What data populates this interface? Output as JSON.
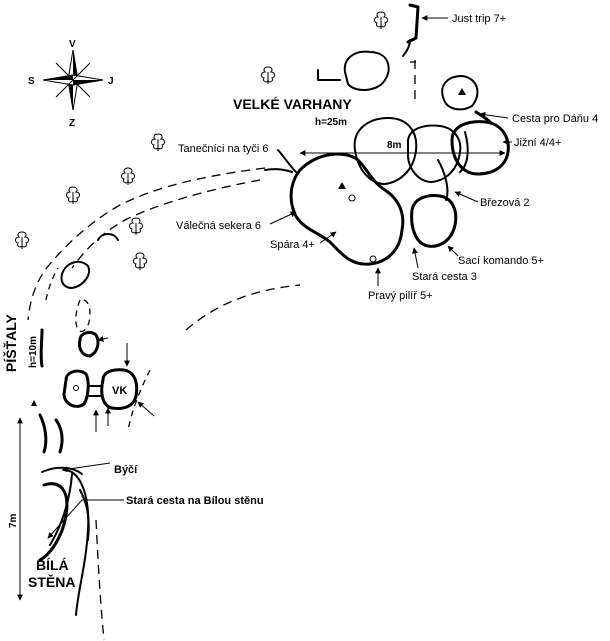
{
  "compass": {
    "north": "V",
    "south": "Z",
    "west": "S",
    "east": "J"
  },
  "areas": {
    "velke_varhany": "VELKÉ VARHANY",
    "pistaly": "PÍŠŤALY",
    "bila_stena_line1": "BÍLÁ",
    "bila_stena_line2": "STĚNA"
  },
  "measurements": {
    "h_velke_varhany": "h=25m",
    "width_8m": "8m",
    "h_pistaly": "h=10m",
    "height_7m": "7m",
    "vk_block": "VK"
  },
  "routes": [
    {
      "name": "Just trip 7+"
    },
    {
      "name": "Cesta pro Dáňu 4"
    },
    {
      "name": "Jižní 4/4+"
    },
    {
      "name": "Tanečníci na tyči 6"
    },
    {
      "name": "Březová 2"
    },
    {
      "name": "Válečná sekera 6"
    },
    {
      "name": "Spára 4+"
    },
    {
      "name": "Sací komando 5+"
    },
    {
      "name": "Stará cesta 3"
    },
    {
      "name": "Pravý pilíř 5+"
    },
    {
      "name": "Býčí"
    },
    {
      "name": "Stará cesta na Bílou stěnu"
    }
  ]
}
